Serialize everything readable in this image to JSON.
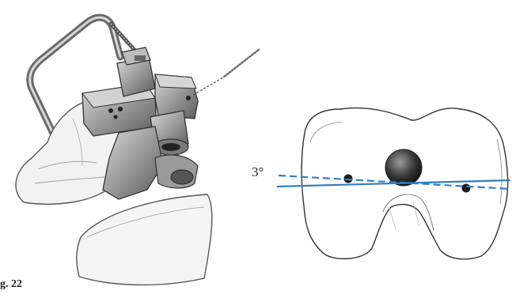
{
  "figure": {
    "label": "g. 22",
    "angle_label": "3°"
  },
  "colors": {
    "ink": "#3a3a3a",
    "metal_dark": "#4a4a4a",
    "metal_mid": "#8a8a8a",
    "metal_light": "#c9c9c9",
    "skin": "#efefef",
    "guide_line": "#2f7fc4"
  },
  "icons": {
    "instrument": "cutting-guide-illustration",
    "condyle": "femoral-condyle-outline",
    "reference_line": "solid-line",
    "rotated_line": "dashed-line"
  }
}
